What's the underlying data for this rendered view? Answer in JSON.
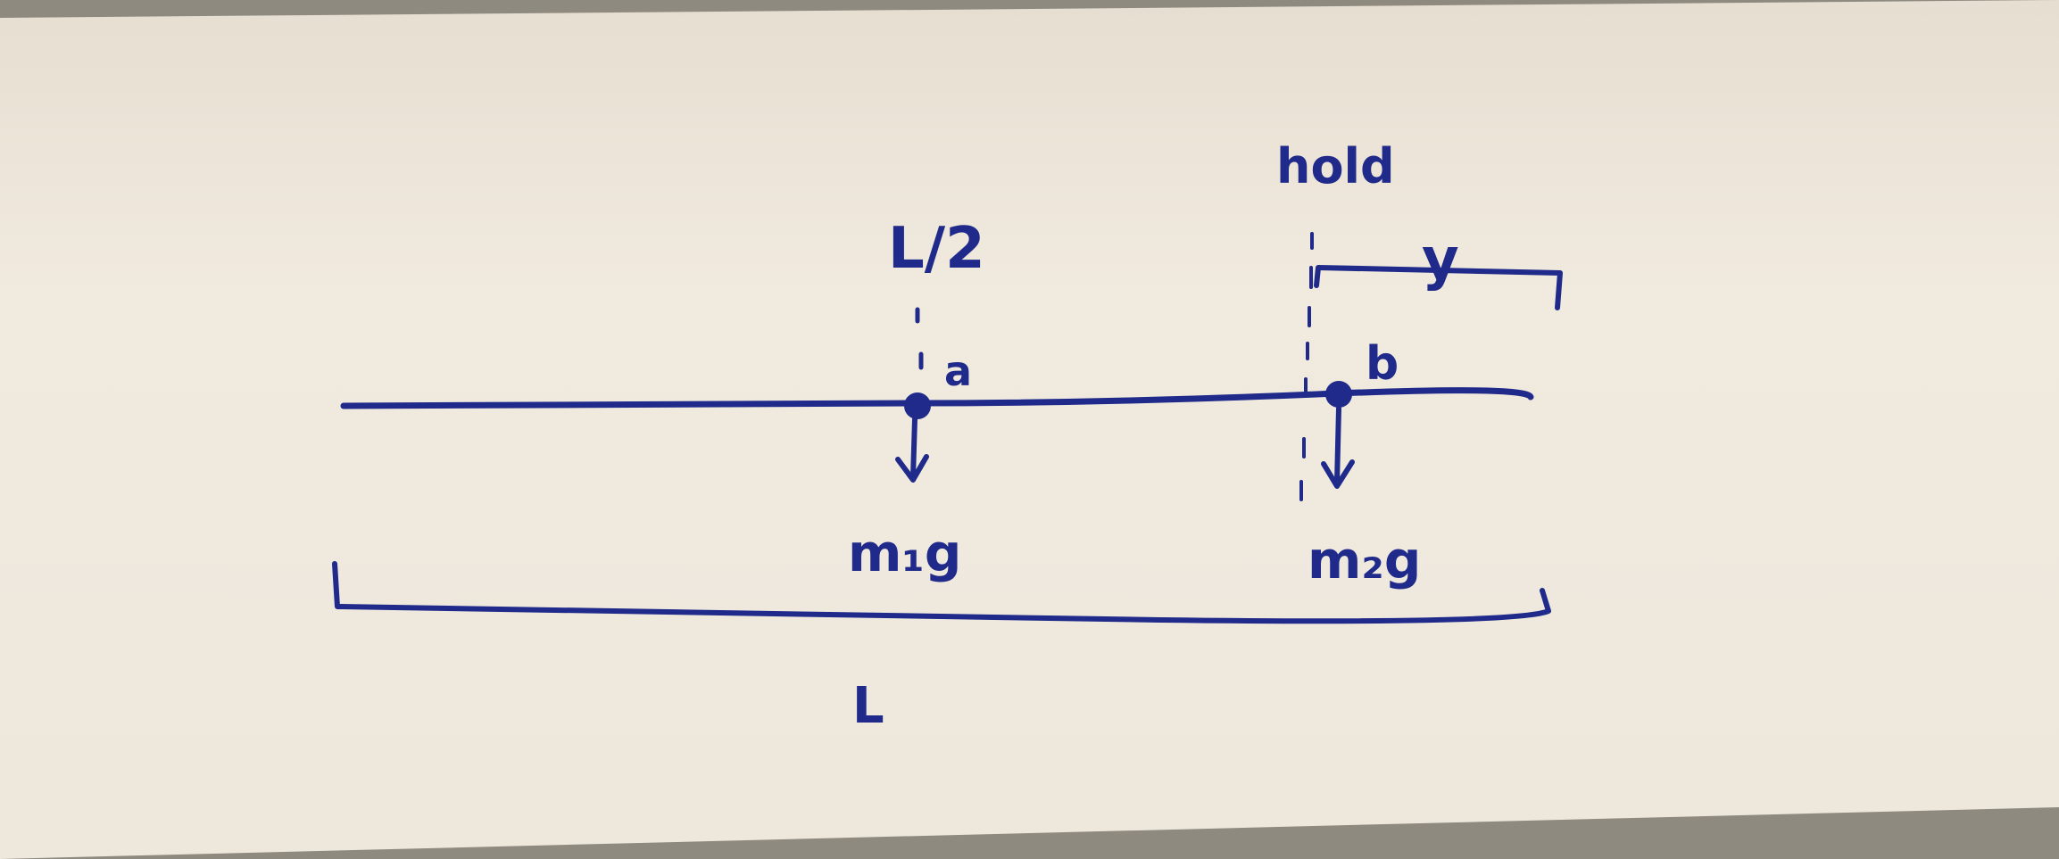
{
  "diagram": {
    "labels": {
      "hold": "hold",
      "half_length": "L/2",
      "y": "y",
      "point_a": "a",
      "point_b": "b",
      "weight_1": "m₁g",
      "weight_2": "m₂g",
      "length": "L"
    },
    "colors": {
      "ink": "#1f2a8a",
      "paper": "#efe8dc",
      "background": "#8f8a80"
    }
  }
}
